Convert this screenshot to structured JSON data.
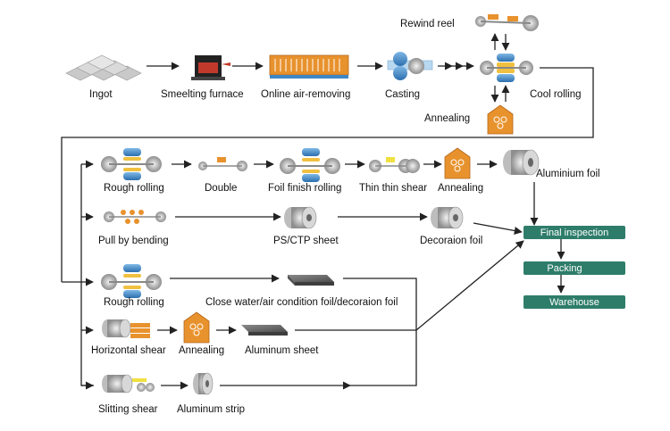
{
  "labels": {
    "ingot": "Ingot",
    "smelting_furnace": "Smeelting furnace",
    "online_air_removing": "Online air-removing",
    "casting": "Casting",
    "rewind_reel": "Rewind reel",
    "cool_rolling": "Cool rolling",
    "annealing_top": "Annealing",
    "rough_rolling_1": "Rough rolling",
    "double": "Double",
    "foil_finish_rolling": "Foil finish rolling",
    "thin_thin_shear": "Thin thin shear",
    "annealing_row1": "Annealing",
    "aluminium_foil": "Aluminium foil",
    "pull_by_bending": "Pull by bending",
    "ps_ctp_sheet": "PS/CTP sheet",
    "decoraion_foil": "Decoraion foil",
    "rough_rolling_2": "Rough rolling",
    "close_water_air": "Close water/air condition foil/decoraion foil",
    "horizontal_shear": "Horizontal shear",
    "annealing_row4": "Annealing",
    "aluminum_sheet": "Aluminum sheet",
    "slitting_shear": "Slitting shear",
    "aluminum_strip": "Aluminum strip",
    "final_inspection": "Final inspection",
    "packing": "Packing",
    "warehouse": "Warehouse"
  },
  "colors": {
    "box_fill": "#2e7d6b",
    "roller_blue": "#3f88c5",
    "annealing_orange": "#e8922d",
    "furnace_red": "#c0392b",
    "line": "#222222",
    "roll_grey": "#9a9a9a"
  }
}
